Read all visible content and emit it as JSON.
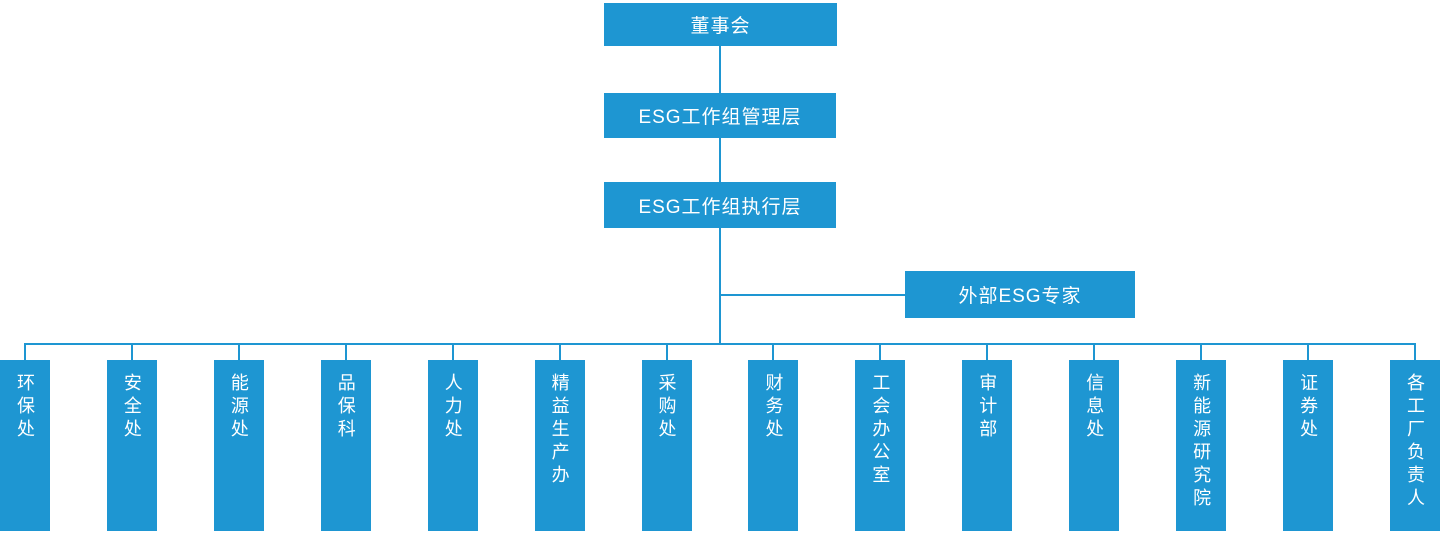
{
  "colors": {
    "accent": "#1E96D2",
    "text_on_accent": "#FFFFFF",
    "background": "#FFFFFF"
  },
  "org": {
    "root": "董事会",
    "management": "ESG工作组管理层",
    "execution": "ESG工作组执行层",
    "advisor": "外部ESG专家",
    "departments": [
      "环保处",
      "安全处",
      "能源处",
      "品保科",
      "人力处",
      "精益生产办",
      "采购处",
      "财务处",
      "工会办公室",
      "审计部",
      "信息处",
      "新能源研究院",
      "证券处",
      "各工厂负责人"
    ]
  }
}
